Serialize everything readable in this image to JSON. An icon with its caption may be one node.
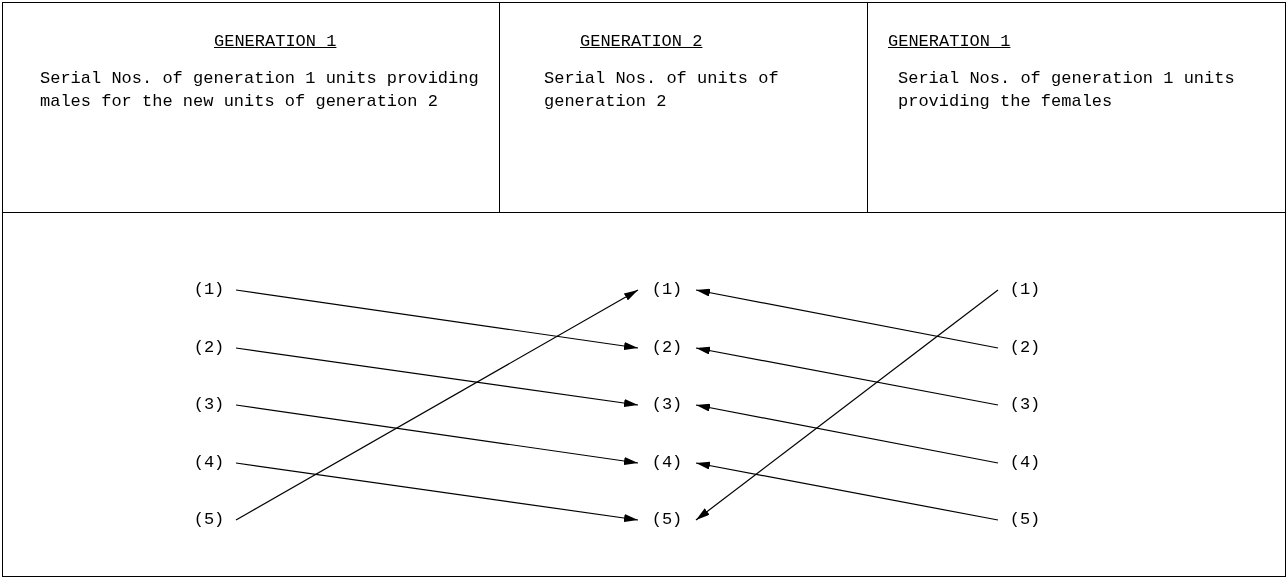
{
  "diagram": {
    "nodes": [
      {
        "text": [
          "GENERATION 1",
          "Serial Nos. of generation 1 units providing males for the new units of generation 2"
        ]
      },
      {
        "text": [
          "GENERATION 2",
          "Serial Nos. of units of generation 2"
        ]
      },
      {
        "text": [
          "GENERATION 1",
          "Serial Nos. of generation 1 units providing the females"
        ]
      },
      {
        "text": [
          "(1)"
        ]
      },
      {
        "text": [
          "(2)"
        ]
      },
      {
        "text": [
          "(3)"
        ]
      },
      {
        "text": [
          "(4)"
        ]
      },
      {
        "text": [
          "(5)"
        ]
      },
      {
        "text": [
          "(1)"
        ]
      },
      {
        "text": [
          "(2)"
        ]
      },
      {
        "text": [
          "(3)"
        ]
      },
      {
        "text": [
          "(4)"
        ]
      },
      {
        "text": [
          "(5)"
        ]
      },
      {
        "text": [
          "(1)"
        ]
      },
      {
        "text": [
          "(2)"
        ]
      },
      {
        "text": [
          "(3)"
        ]
      },
      {
        "text": [
          "(4)"
        ]
      },
      {
        "text": [
          "(5)"
        ]
      }
    ],
    "edges": [
      {
        "from": 3,
        "to": 9,
        "arrow": "to"
      },
      {
        "from": 4,
        "to": 10,
        "arrow": "to"
      },
      {
        "from": 5,
        "to": 11,
        "arrow": "to"
      },
      {
        "from": 6,
        "to": 12,
        "arrow": "to"
      },
      {
        "from": 7,
        "to": 8,
        "arrow": "to"
      },
      {
        "from": 14,
        "to": 8,
        "arrow": "to"
      },
      {
        "from": 15,
        "to": 9,
        "arrow": "to"
      },
      {
        "from": 16,
        "to": 10,
        "arrow": "to"
      },
      {
        "from": 17,
        "to": 11,
        "arrow": "to"
      },
      {
        "from": 13,
        "to": 12,
        "arrow": "to"
      }
    ]
  }
}
